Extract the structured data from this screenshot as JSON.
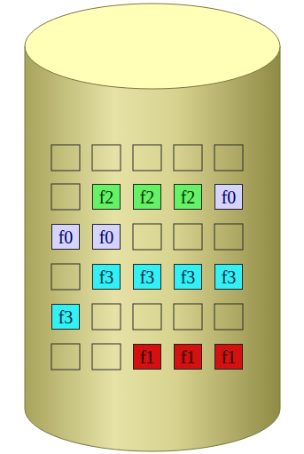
{
  "diagram": {
    "nodes": [
      {
        "text": [
          "f2"
        ]
      },
      {
        "text": [
          "f2"
        ]
      },
      {
        "text": [
          "f2"
        ]
      },
      {
        "text": [
          "f0"
        ]
      },
      {
        "text": [
          "f0"
        ]
      },
      {
        "text": [
          "f0"
        ]
      },
      {
        "text": [
          "f3"
        ]
      },
      {
        "text": [
          "f3"
        ]
      },
      {
        "text": [
          "f3"
        ]
      },
      {
        "text": [
          "f3"
        ]
      },
      {
        "text": [
          "f3"
        ]
      },
      {
        "text": [
          "f1"
        ]
      },
      {
        "text": [
          "f1"
        ]
      },
      {
        "text": [
          "f1"
        ]
      }
    ]
  }
}
